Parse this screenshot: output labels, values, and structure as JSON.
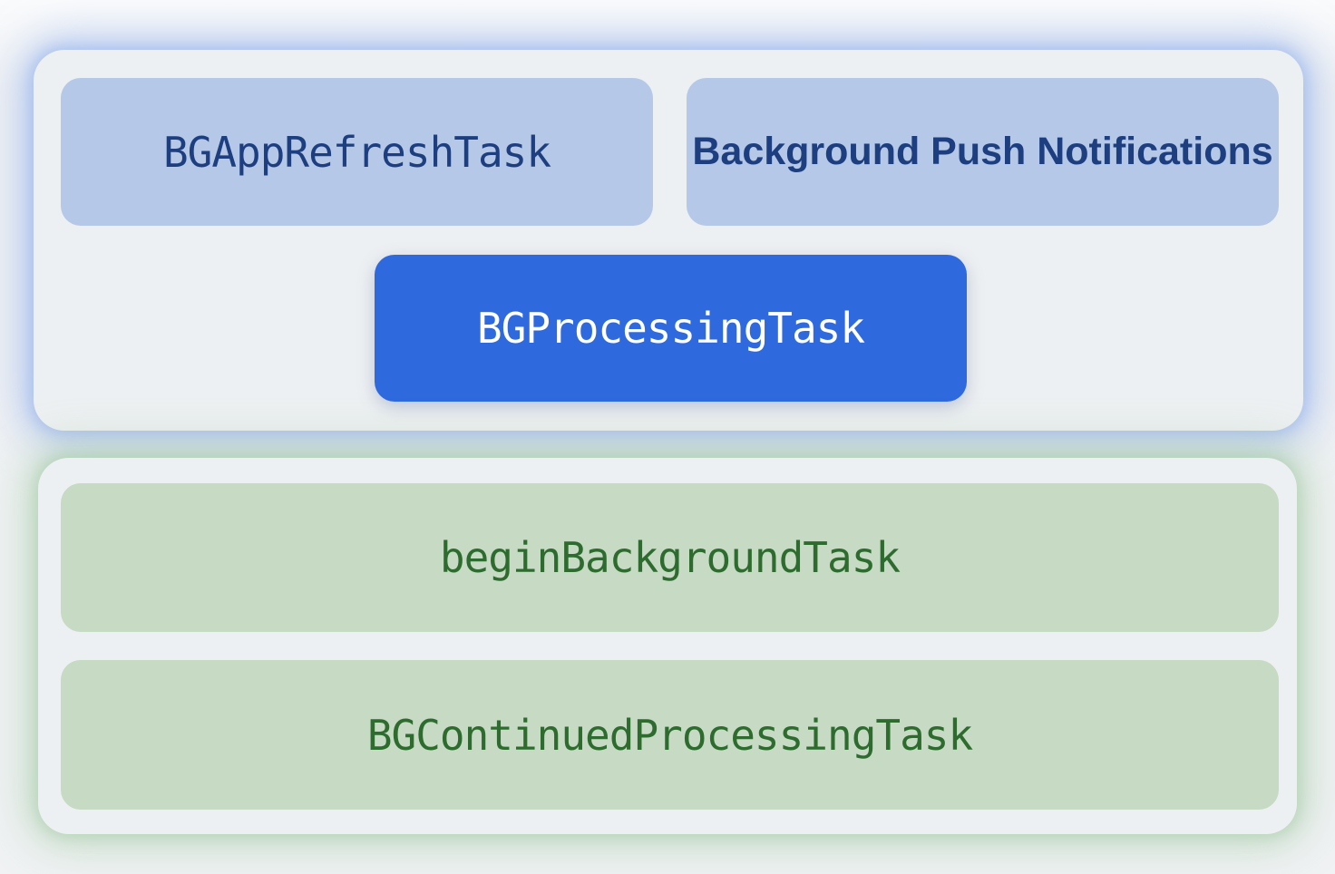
{
  "diagram": {
    "top_group": {
      "boxes": [
        {
          "label": "BGAppRefreshTask",
          "text_style": "code",
          "emphasis": "light"
        },
        {
          "label": "Background Push Notifications",
          "text_style": "prose",
          "emphasis": "light"
        },
        {
          "label": "BGProcessingTask",
          "text_style": "code",
          "emphasis": "solid"
        }
      ]
    },
    "bottom_group": {
      "boxes": [
        {
          "label": "beginBackgroundTask",
          "text_style": "code",
          "emphasis": "light"
        },
        {
          "label": "BGContinuedProcessingTask",
          "text_style": "code",
          "emphasis": "light"
        }
      ]
    }
  },
  "colors": {
    "page_bg": "#f0f2f4",
    "panel_bg": "#edf0f2",
    "light_blue_box_bg": "#b6c8e8",
    "dark_blue_text": "#1d3f80",
    "primary_blue_box_bg": "#2e6ade",
    "white_text": "#ffffff",
    "light_green_box_bg": "#c6dac4",
    "dark_green_text": "#2e6b2e"
  }
}
